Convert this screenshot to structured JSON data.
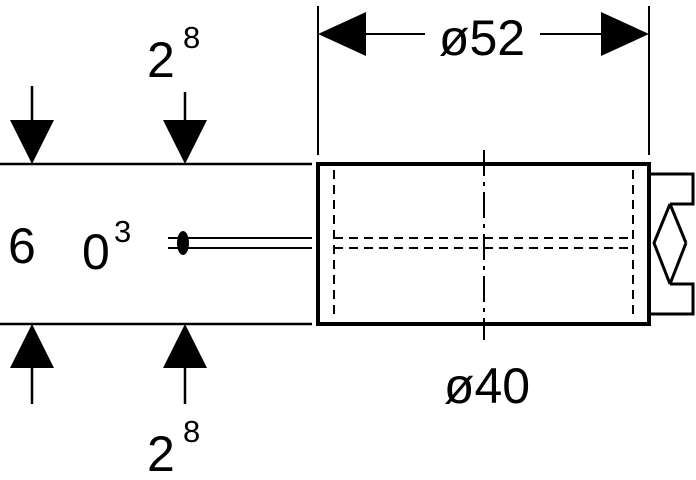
{
  "drawing": {
    "dimensions": {
      "outer_diameter": "ø52",
      "inner_diameter": "ø40",
      "top_spacing": {
        "base": "2",
        "sup": "8"
      },
      "bottom_spacing": {
        "base": "2",
        "sup": "8"
      },
      "height": "6",
      "offset": {
        "base": "0",
        "sup": "3"
      }
    },
    "colors": {
      "line": "#000000",
      "background": "#ffffff"
    }
  }
}
